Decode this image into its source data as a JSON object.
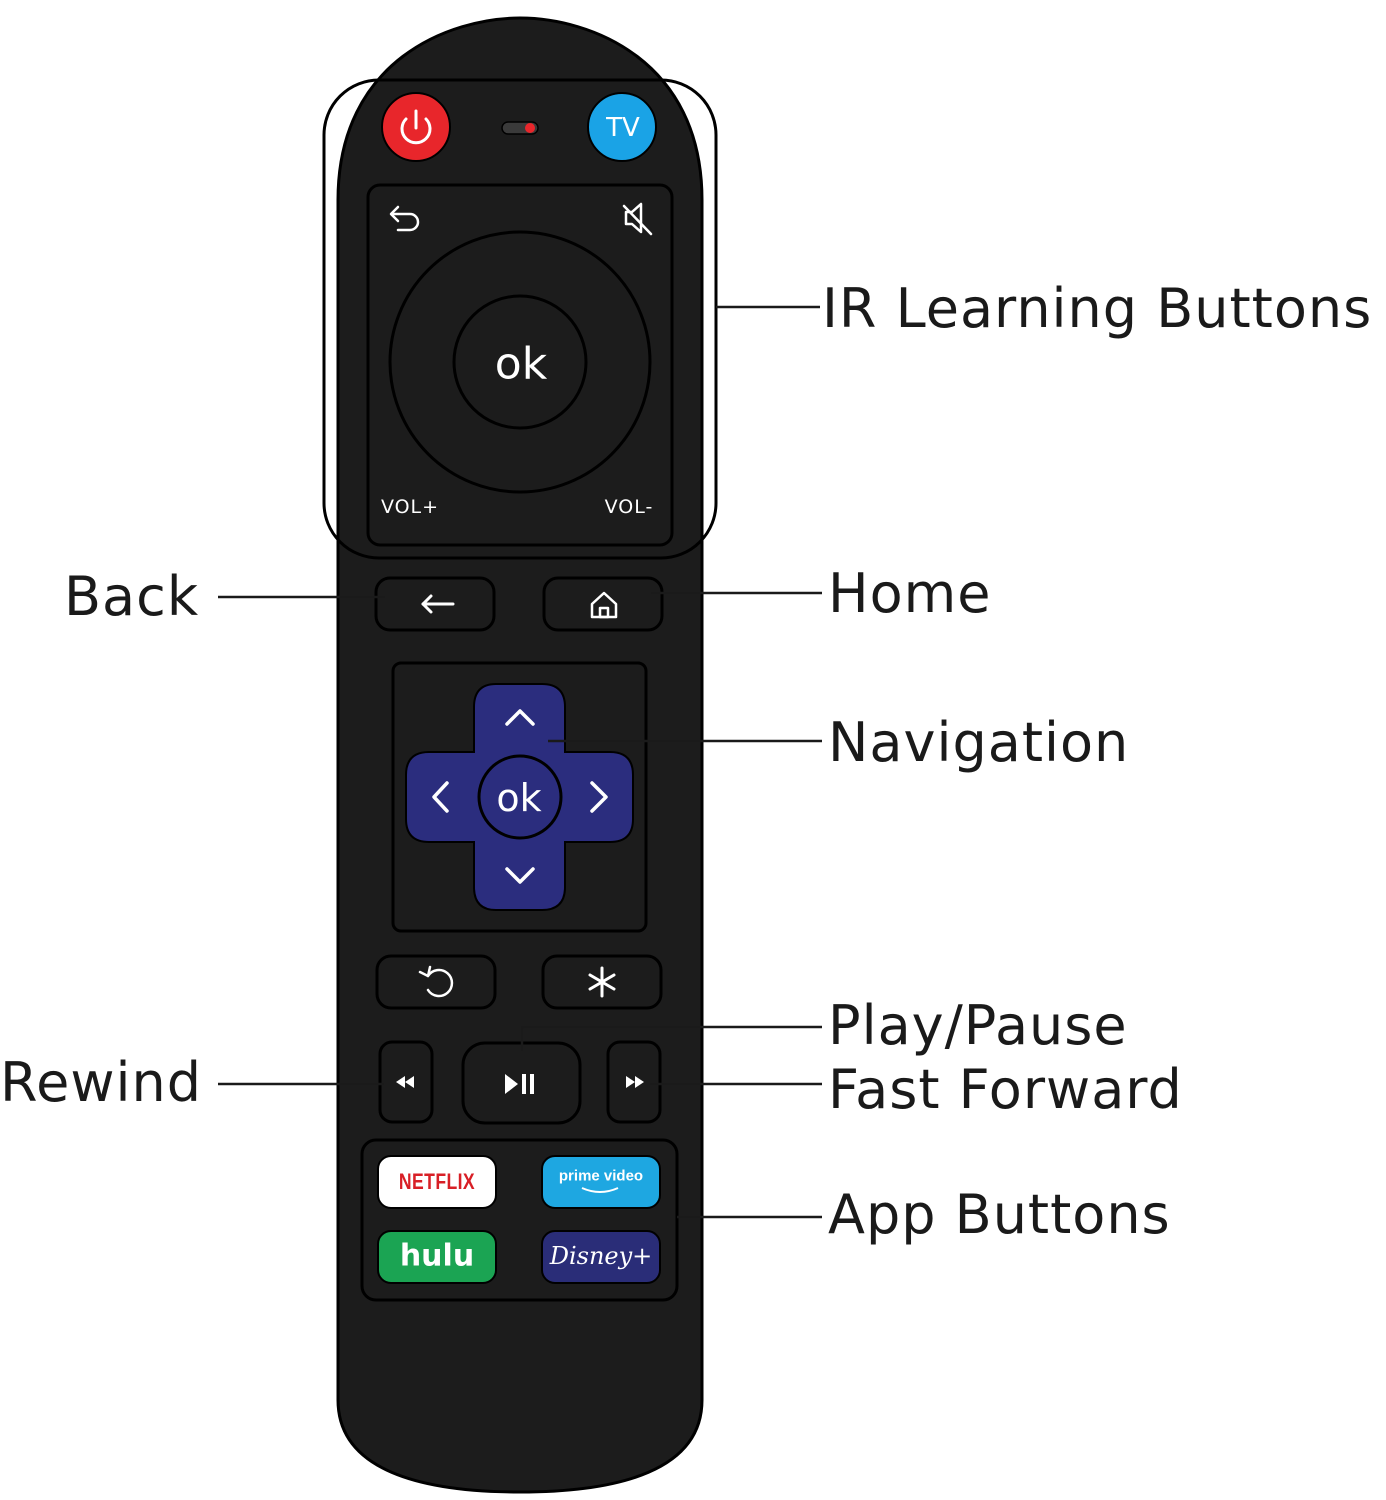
{
  "callouts": {
    "ir_learning": "IR Learning Buttons",
    "back": "Back",
    "home": "Home",
    "navigation": "Navigation",
    "play_pause": "Play/Pause",
    "rewind": "Rewind",
    "fast_forward": "Fast Forward",
    "app_buttons": "App Buttons"
  },
  "remote": {
    "tv_label": "TV",
    "ok_label": "ok",
    "vol_up_label": "VOL+",
    "vol_down_label": "VOL-",
    "dpad_ok_label": "ok",
    "icons": [
      "power-icon",
      "led-indicator",
      "return-icon",
      "mute-icon",
      "back-arrow-icon",
      "home-icon",
      "chevron-up-icon",
      "chevron-down-icon",
      "chevron-left-icon",
      "chevron-right-icon",
      "replay-icon",
      "asterisk-icon",
      "rewind-icon",
      "play-pause-icon",
      "fast-forward-icon"
    ],
    "apps": {
      "netflix": "NETFLIX",
      "prime": "prime video",
      "hulu": "hulu",
      "disney": "Disney+"
    }
  },
  "colors": {
    "body": "#1c1c1c",
    "outline": "#000000",
    "power": "#e8262b",
    "tv": "#1aa3e6",
    "dpad": "#2b2d7e",
    "netflix_bg": "#ffffff",
    "prime_bg": "#1ea7e1",
    "hulu_bg": "#1ba453",
    "disney_bg": "#2a2d78",
    "callout_line": "#1a1a1a"
  }
}
